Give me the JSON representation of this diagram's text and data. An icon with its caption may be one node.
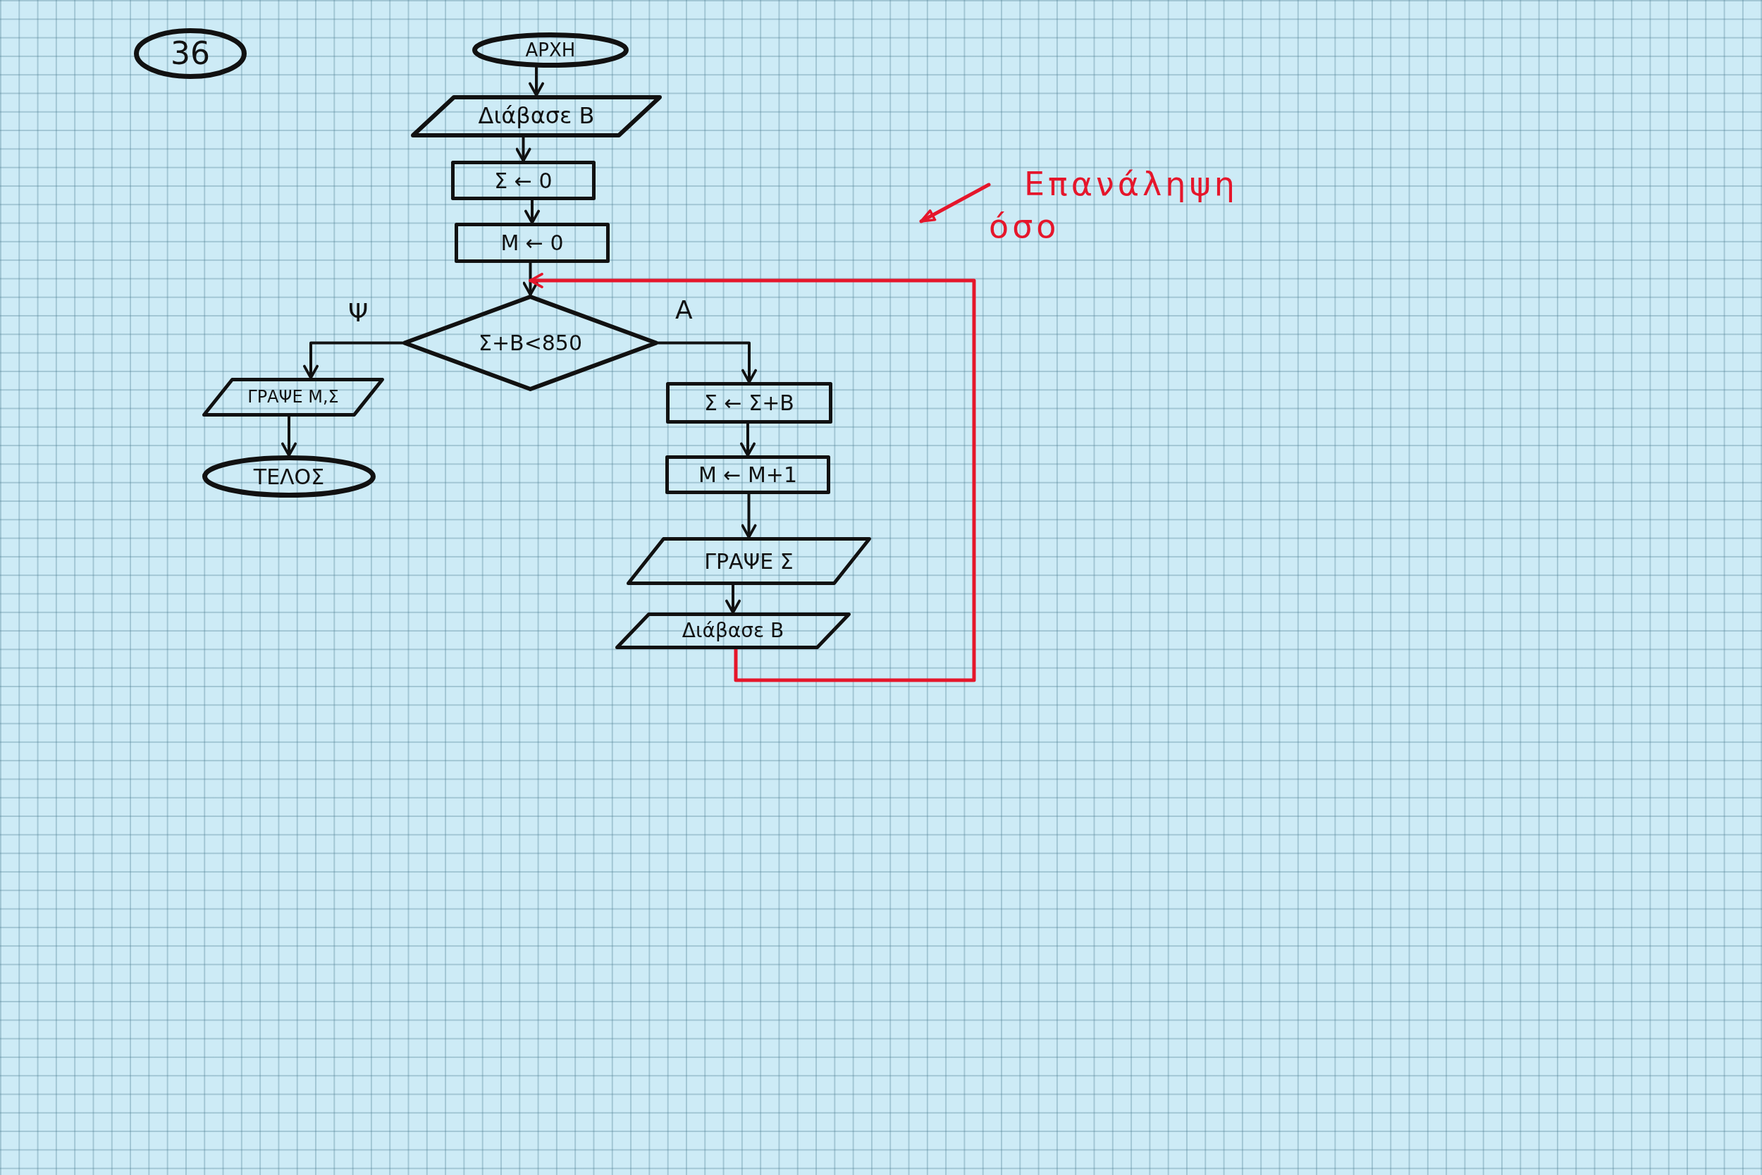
{
  "diagram": {
    "nodes": [
      {
        "text": [
          "36"
        ]
      },
      {
        "text": [
          "ΑΡΧΗ"
        ]
      },
      {
        "text": [
          "Διάβασε Β"
        ]
      },
      {
        "text": [
          "Σ ← 0"
        ]
      },
      {
        "text": [
          "Μ ← 0"
        ]
      },
      {
        "text": [
          "Σ+Β<850"
        ]
      },
      {
        "text": [
          "ΓΡΑΨΕ Μ,Σ"
        ]
      },
      {
        "text": [
          "ΤΕΛΟΣ"
        ]
      },
      {
        "text": [
          "Σ ← Σ+Β"
        ]
      },
      {
        "text": [
          "Μ ← Μ+1"
        ]
      },
      {
        "text": [
          "ΓΡΑΨΕ Σ"
        ]
      },
      {
        "text": [
          "Διάβασε Β"
        ]
      },
      {
        "text": [
          "Επανάληψη όσο"
        ]
      }
    ],
    "edges": [
      {
        "from": 1,
        "to": 2,
        "arrow": "to"
      },
      {
        "from": 2,
        "to": 3,
        "arrow": "to"
      },
      {
        "from": 3,
        "to": 4,
        "arrow": "to"
      },
      {
        "from": 4,
        "to": 5,
        "arrow": "to"
      },
      {
        "from": 5,
        "to": 6,
        "arrow": "to",
        "label": "Ψ"
      },
      {
        "from": 6,
        "to": 7,
        "arrow": "to"
      },
      {
        "from": 5,
        "to": 8,
        "arrow": "to",
        "label": "Α"
      },
      {
        "from": 8,
        "to": 9,
        "arrow": "to"
      },
      {
        "from": 9,
        "to": 10,
        "arrow": "to"
      },
      {
        "from": 10,
        "to": 11,
        "arrow": "to"
      },
      {
        "from": 11,
        "to": 5,
        "arrow": "to",
        "color": "#e5162b"
      },
      {
        "from": 12,
        "to": null,
        "arrow": "to",
        "color": "#e5162b"
      }
    ]
  }
}
